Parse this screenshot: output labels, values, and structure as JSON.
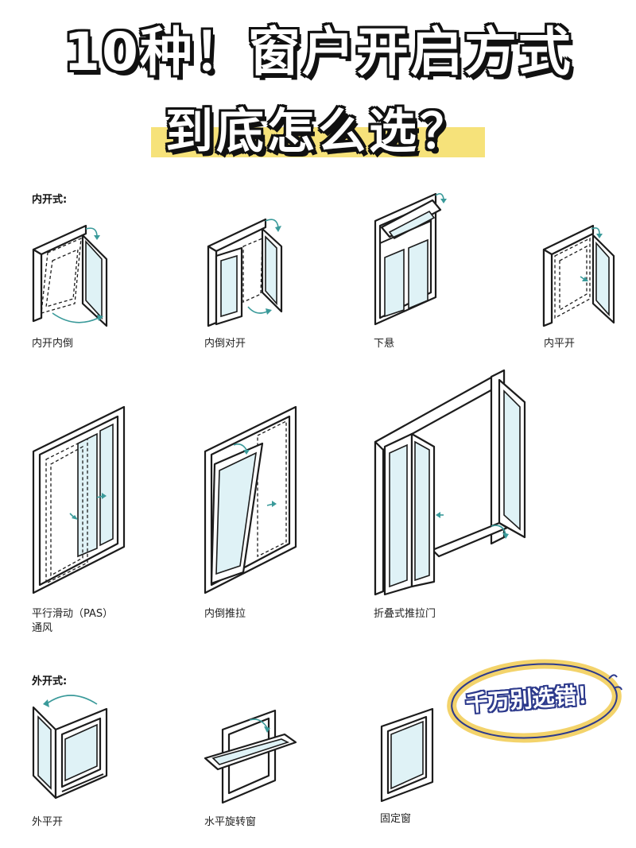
{
  "header": {
    "title_line1": "10种！窗户开启方式",
    "title_line2": "到底怎么选？"
  },
  "sections": {
    "inward_label": "内开式:",
    "outward_label": "外开式:"
  },
  "windows": [
    {
      "caption": "内开内倒",
      "icon": "tilt-turn-window-icon"
    },
    {
      "caption": "内倒对开",
      "icon": "double-tilt-window-icon"
    },
    {
      "caption": "下悬",
      "icon": "bottom-hung-window-icon"
    },
    {
      "caption": "内平开",
      "icon": "inward-casement-window-icon"
    },
    {
      "caption": "平行滑动（PAS）\n通风",
      "icon": "parallel-slide-window-icon"
    },
    {
      "caption": "内倒推拉",
      "icon": "tilt-slide-window-icon"
    },
    {
      "caption": "折叠式推拉门",
      "icon": "folding-door-icon"
    },
    {
      "caption": "外平开",
      "icon": "outward-casement-window-icon"
    },
    {
      "caption": "水平旋转窗",
      "icon": "horizontal-pivot-window-icon"
    },
    {
      "caption": "固定窗",
      "icon": "fixed-window-icon"
    }
  ],
  "badge": {
    "text": "千万别选错！"
  },
  "colors": {
    "glass": "#dff2f6",
    "arrow": "#3a9a9a",
    "highlight": "#f6e27a",
    "badge_ring": "#f3d36b",
    "badge_fill": "#5a6fd6"
  }
}
